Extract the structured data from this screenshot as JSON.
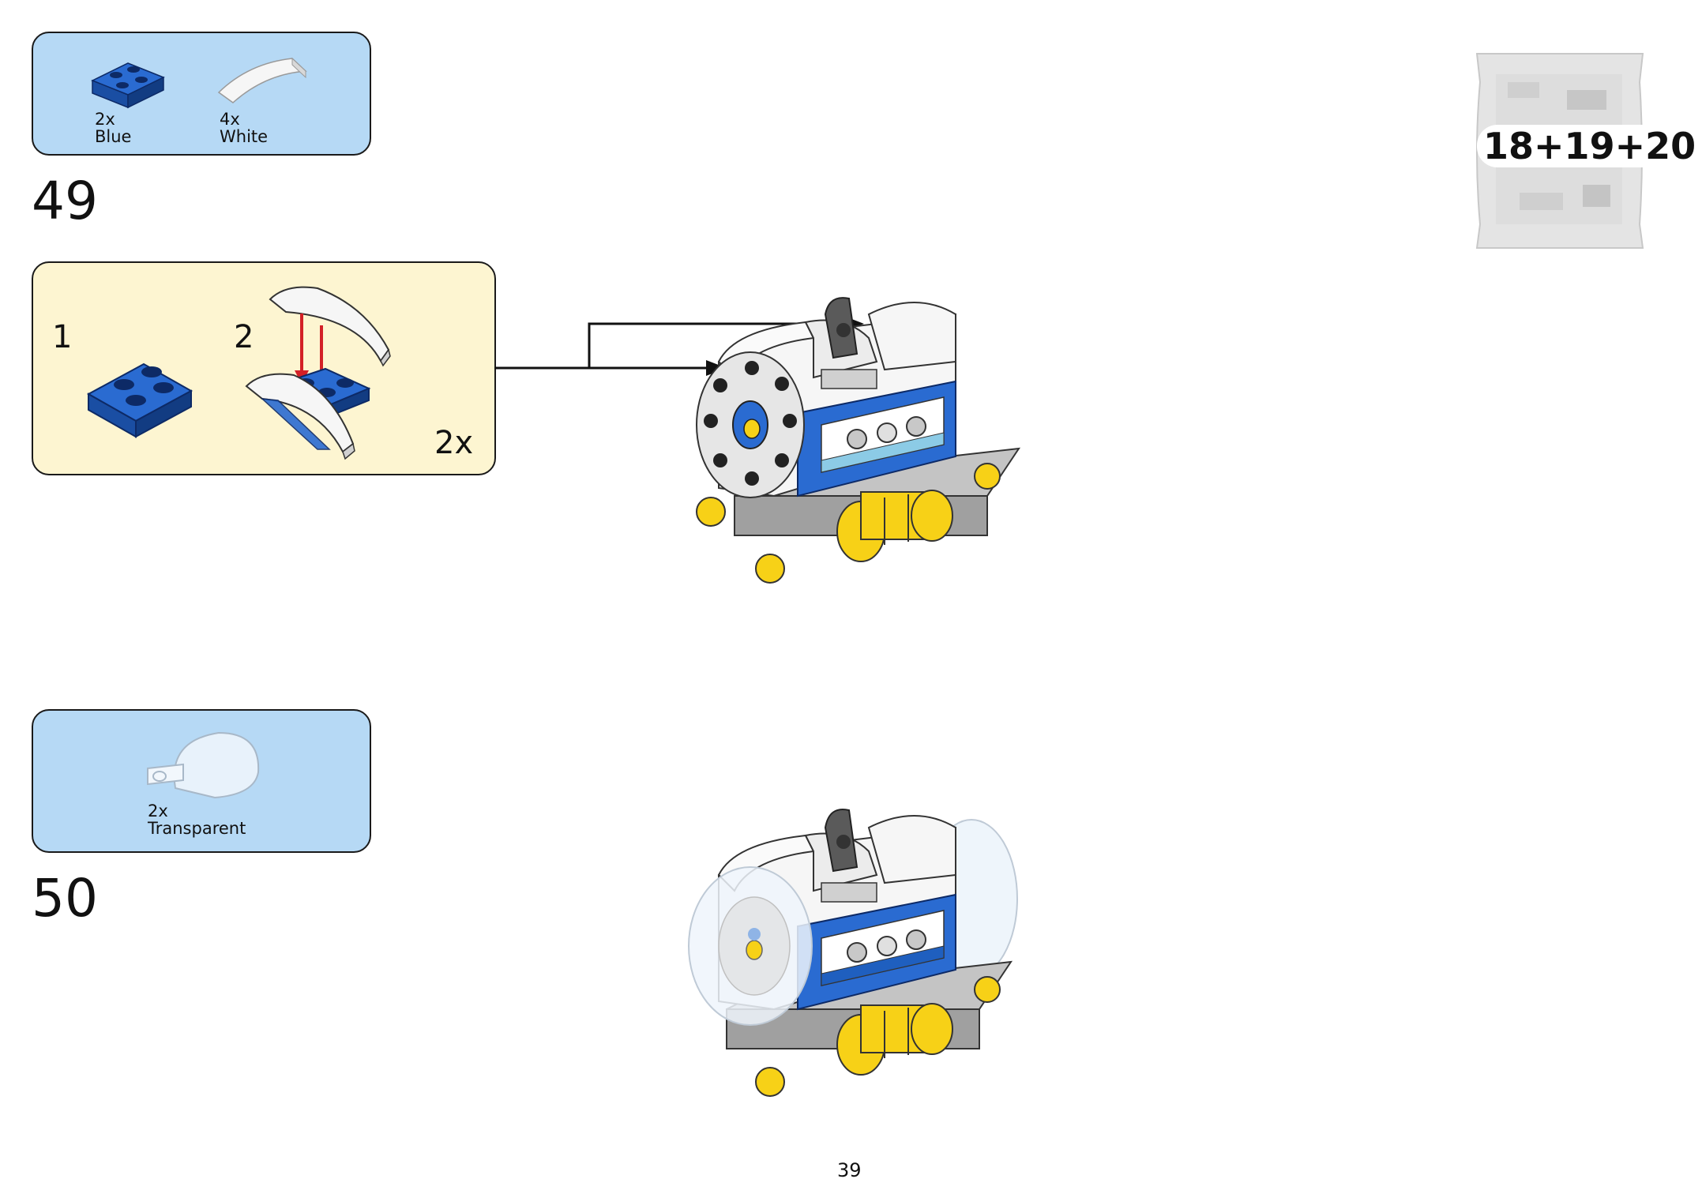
{
  "page_number": "39",
  "bag": {
    "label": "18+19+20"
  },
  "step49": {
    "number": "49",
    "parts": [
      {
        "qty": "2x",
        "color": "Blue"
      },
      {
        "qty": "4x",
        "color": "White"
      }
    ],
    "submodel": {
      "sub_steps": [
        "1",
        "2"
      ],
      "multiplier": "2x"
    }
  },
  "step50": {
    "number": "50",
    "parts": [
      {
        "qty": "2x",
        "color": "Transparent"
      }
    ]
  },
  "colors": {
    "parts_box": "#b6d9f5",
    "submodel_box": "#fdf5d1",
    "brick_blue": "#1f5fbf",
    "brick_white": "#f4f4f4",
    "brick_yellow": "#f7d117",
    "brick_gray": "#a0a0a0",
    "arrow_red": "#d32027"
  }
}
